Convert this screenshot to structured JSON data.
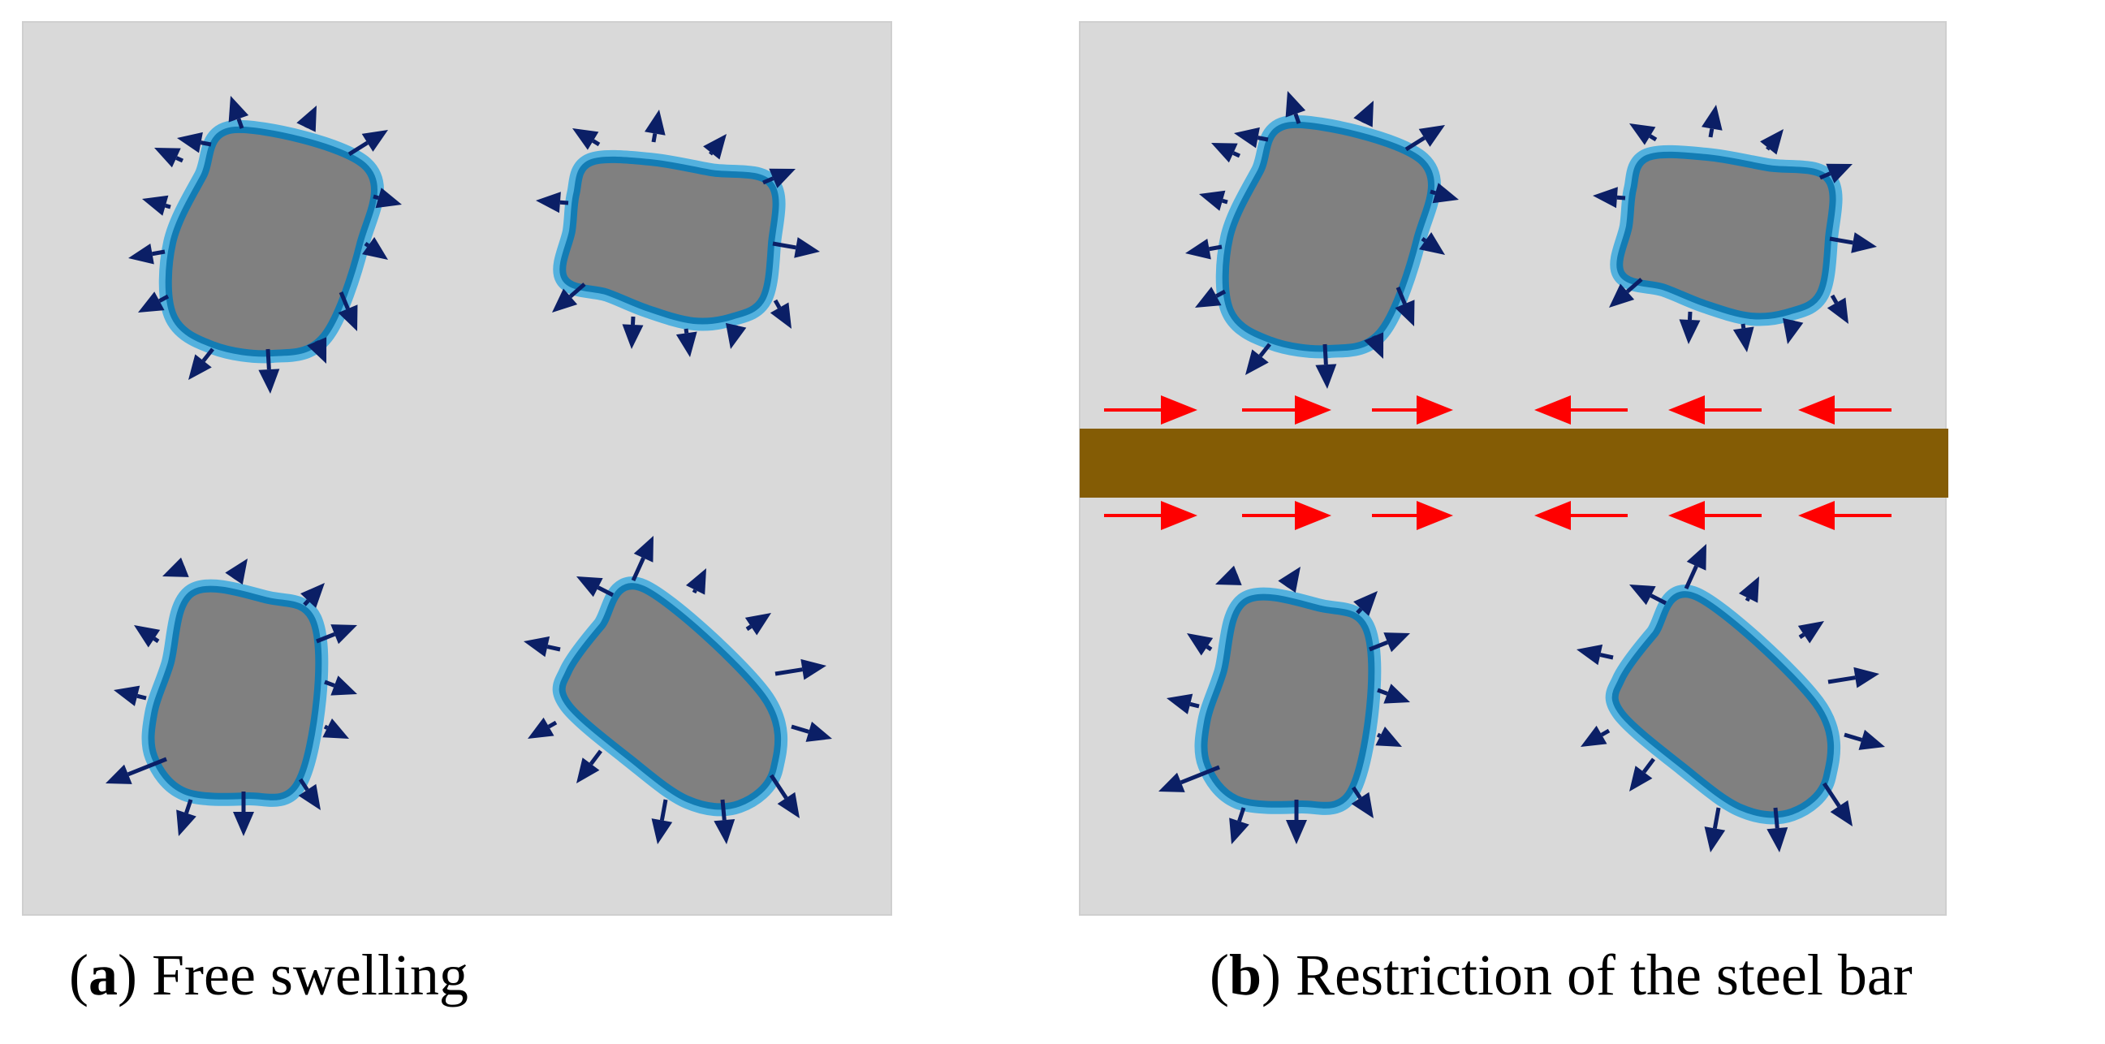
{
  "figure": {
    "panels": [
      {
        "id": "a",
        "letter": "a",
        "caption": "Free swelling",
        "has_steel_bar": false
      },
      {
        "id": "b",
        "letter": "b",
        "caption": "Restriction of the steel bar",
        "has_steel_bar": true
      }
    ],
    "colors": {
      "matrix": "#d9d9d9",
      "aggregate_core": "#808080",
      "gel_layer_inner": "#137cb4",
      "gel_layer_outer": "#53b1de",
      "expansion_arrow": "#0b1f66",
      "steel_bar": "#845c05",
      "restraint_arrow": "#ff0000"
    },
    "icons": {
      "expansion_arrow": "arrow-outward-icon",
      "restraint_arrow": "arrow-restraint-icon"
    }
  }
}
